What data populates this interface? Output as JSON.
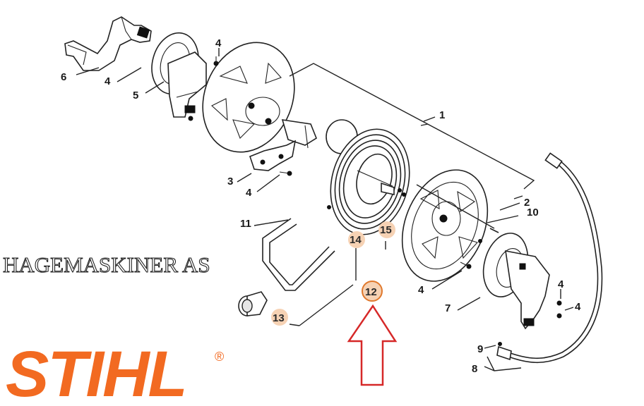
{
  "watermark": {
    "text": "HAGEMASKINER AS"
  },
  "logo": {
    "text": "STIHL",
    "mark": "®",
    "color": "#f26a21"
  },
  "arrow": {
    "color": "#d62828",
    "target": "12"
  },
  "highlight": {
    "circle_fill": "#f6d2b4",
    "ring_color": "#e0782c"
  },
  "callouts": [
    {
      "id": "1",
      "text": "1"
    },
    {
      "id": "2",
      "text": "2"
    },
    {
      "id": "3",
      "text": "3"
    },
    {
      "id": "4a",
      "text": "4"
    },
    {
      "id": "4b",
      "text": "4"
    },
    {
      "id": "4c",
      "text": "4"
    },
    {
      "id": "4d",
      "text": "4"
    },
    {
      "id": "4e",
      "text": "4"
    },
    {
      "id": "4f",
      "text": "4"
    },
    {
      "id": "5",
      "text": "5"
    },
    {
      "id": "6",
      "text": "6"
    },
    {
      "id": "7",
      "text": "7"
    },
    {
      "id": "8",
      "text": "8"
    },
    {
      "id": "9",
      "text": "9"
    },
    {
      "id": "10",
      "text": "10"
    },
    {
      "id": "11",
      "text": "11"
    },
    {
      "id": "12",
      "text": "12"
    },
    {
      "id": "13",
      "text": "13"
    },
    {
      "id": "14",
      "text": "14"
    },
    {
      "id": "15",
      "text": "15"
    }
  ]
}
